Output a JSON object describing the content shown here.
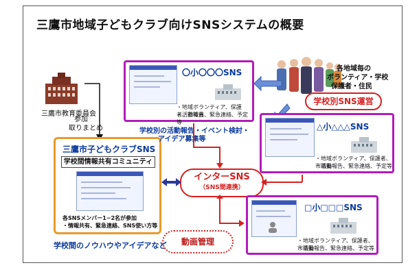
{
  "title": "三鷹市地域子どもクラブ向けSNSシステムの概要",
  "board": {
    "label": "三鷹市教育委員会"
  },
  "arrow_labels": {
    "participation": "参加",
    "coordination": "取りまとめ"
  },
  "main_sns": {
    "title": "三鷹市子どもクラブSNS",
    "community": "学校間情報共有コミュニティ",
    "members_line1": "各SNSメンバー1~2名が参加",
    "members_line2": "・情報共有、緊急連絡、SNS使い方等"
  },
  "bottom_left_caption": "学校間のノウハウやアイデアなど",
  "school_sns": [
    {
      "title": "〇小〇〇〇SNS",
      "bullet1": "・地域ボランティア、保護者、市職員",
      "bullet2": "・活動報告、緊急連絡、予定等"
    },
    {
      "title": "△小△△△SNS",
      "bullet1": "・地域ボランティア、保護者、市職員",
      "bullet2": "・活動報告、緊急連絡、予定等"
    },
    {
      "title": "□小□□□SNS",
      "bullet1": "・地域ボランティア、保護者、市職員",
      "bullet2": "・活動報告、緊急連絡、予定等"
    }
  ],
  "school_activity": {
    "line1": "学校別の活動報告・イベント検討・",
    "line2": "アイデア募集等"
  },
  "volunteers": {
    "line1": "各地域毎の",
    "line2": "ボランティア・学校",
    "line3": "保護者・住民"
  },
  "operation_label": "学校別SNS運営",
  "inter_sns": {
    "title": "インターSNS",
    "subtitle": "（SNS間連携）"
  },
  "video_management": "動画管理",
  "colors": {
    "school_border": "#b01cb8",
    "main_border": "#e89a2a",
    "accent_red": "#d62020",
    "title_blue": "#0b3a9e"
  },
  "icons": [
    "building-icon",
    "people-group-icon",
    "school-building-icon",
    "avatar-icon"
  ]
}
